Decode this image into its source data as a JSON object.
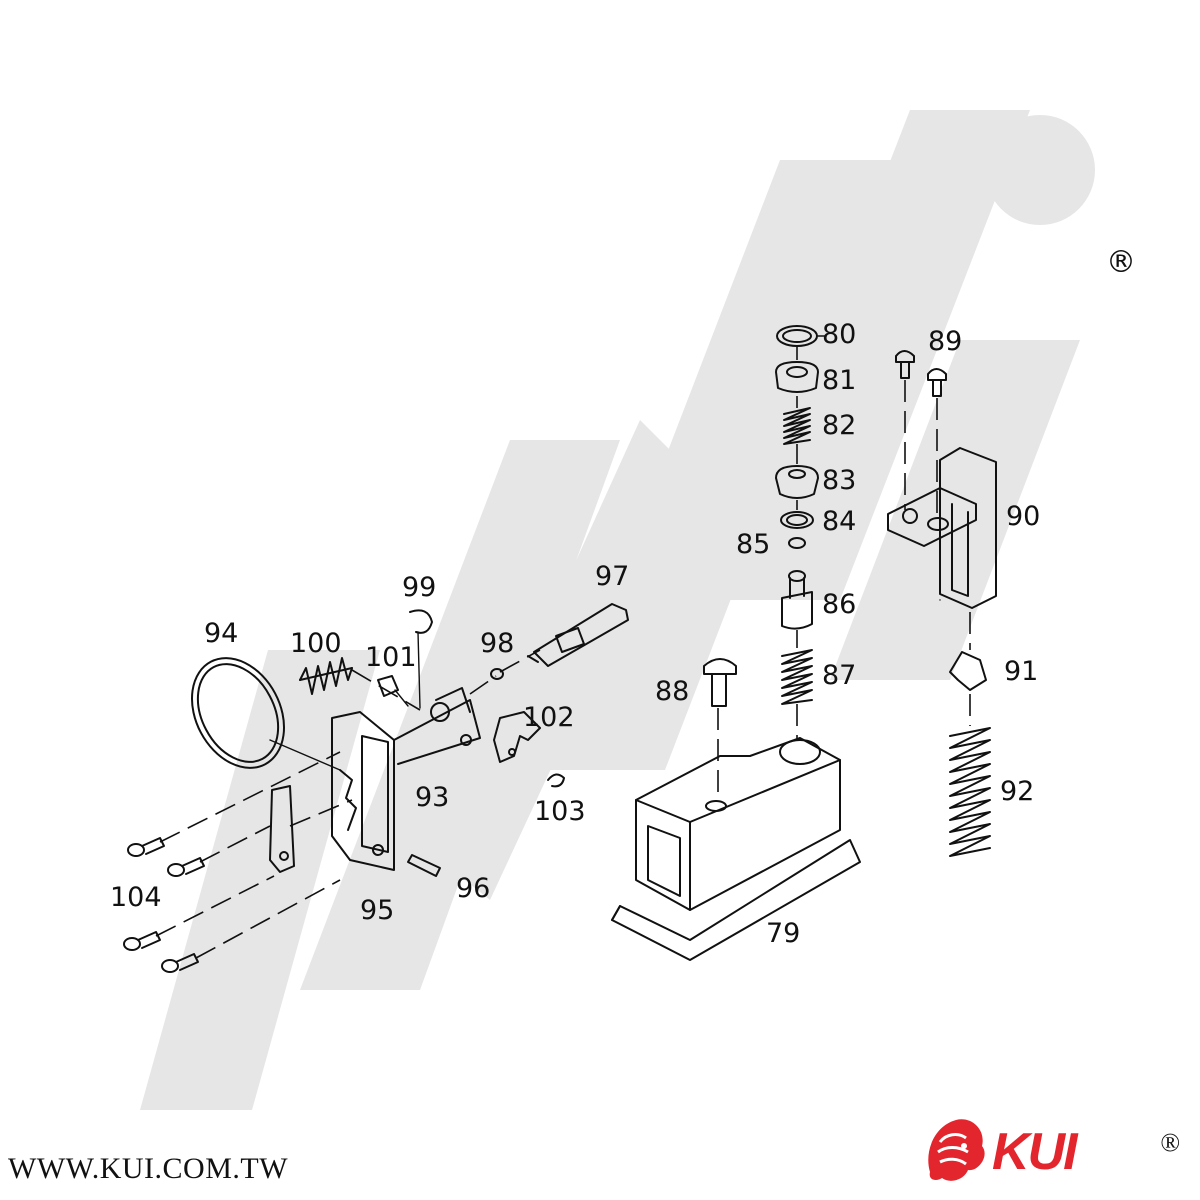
{
  "diagram": {
    "part_numbers": [
      "79",
      "80",
      "81",
      "82",
      "83",
      "84",
      "85",
      "86",
      "87",
      "88",
      "89",
      "90",
      "91",
      "92",
      "93",
      "94",
      "95",
      "96",
      "97",
      "98",
      "99",
      "100",
      "101",
      "102",
      "103",
      "104"
    ]
  },
  "watermark": {
    "text": "KUI"
  },
  "registered_mark": "®",
  "footer": {
    "url": "WWW.KUI.COM.TW"
  },
  "brand": {
    "wordmark": "KUI",
    "registered": "®",
    "accent_color": "#e3262d",
    "icon": "lion-head-icon"
  },
  "colors": {
    "watermark": "#e6e6e6",
    "line": "#111111"
  }
}
